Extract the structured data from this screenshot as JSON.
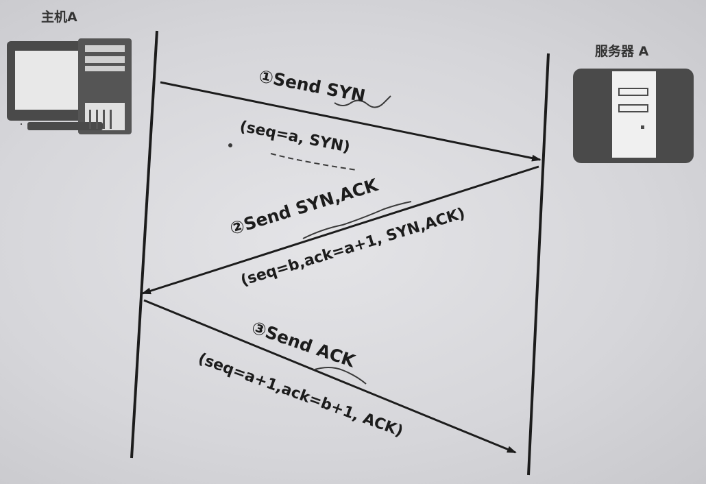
{
  "host": {
    "label": "主机A",
    "icon": "desktop-computer-icon"
  },
  "server": {
    "label": "服务器 A",
    "icon": "server-tower-icon"
  },
  "messages": [
    {
      "step": "①",
      "title": "Send SYN",
      "detail": "(seq=a, SYN)",
      "direction": "host-to-server"
    },
    {
      "step": "②",
      "title": "Send SYN,ACK",
      "detail": "(seq=b,ack=a+1, SYN,ACK)",
      "direction": "server-to-host"
    },
    {
      "step": "③",
      "title": "Send ACK",
      "detail": "(seq=a+1,ack=b+1, ACK)",
      "direction": "host-to-server"
    }
  ],
  "colors": {
    "ink": "#1c1c1c",
    "icon_dark": "#4a4a4a",
    "icon_light": "#e8e8e8"
  }
}
